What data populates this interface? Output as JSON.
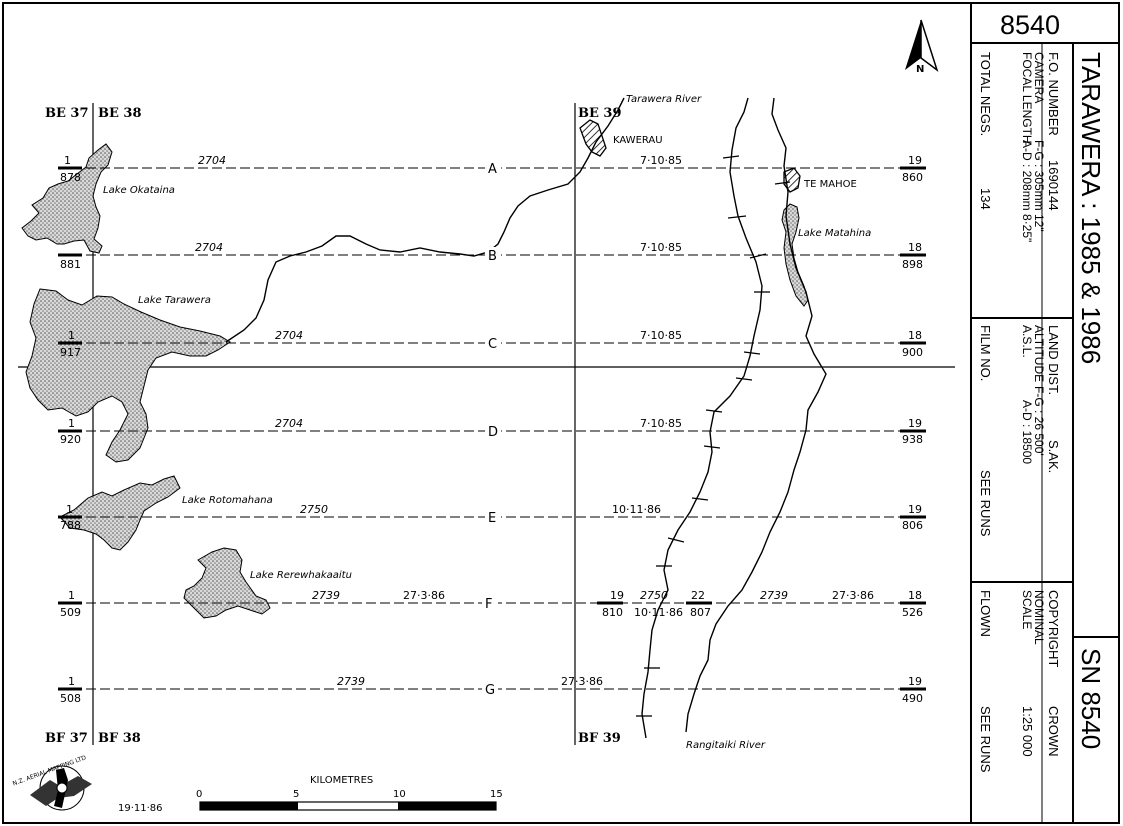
{
  "map": {
    "north_label": "N",
    "grid_labels": {
      "be37": "BE 37",
      "be38": "BE 38",
      "be39": "BE 39",
      "bf37": "BF 37",
      "bf38": "BF 38",
      "bf39": "BF 39"
    },
    "places": {
      "tarawera_river": "Tarawera River",
      "kawerau": "KAWERAU",
      "te_mahoe": "TE MAHOE",
      "lake_okataina": "Lake Okataina",
      "lake_matahina": "Lake Matahina",
      "lake_tarawera": "Lake Tarawera",
      "lake_rotomahana": "Lake Rotomahana",
      "lake_rerewhakaaitu": "Lake Rerewhakaaitu",
      "rangitaiki_river": "Rangitaiki River"
    },
    "runs": [
      {
        "letter": "A",
        "left_top": "1",
        "left_bottom": "878",
        "film": "2704",
        "date": "7·10·85",
        "right_top": "19",
        "right_bottom": "860"
      },
      {
        "letter": "B",
        "left_top": "",
        "left_bottom": "881",
        "film": "2704",
        "date": "7·10·85",
        "right_top": "18",
        "right_bottom": "898"
      },
      {
        "letter": "C",
        "left_top": "1",
        "left_bottom": "917",
        "film": "2704",
        "date": "7·10·85",
        "right_top": "18",
        "right_bottom": "900"
      },
      {
        "letter": "D",
        "left_top": "1",
        "left_bottom": "920",
        "film": "2704",
        "date": "7·10·85",
        "right_top": "19",
        "right_bottom": "938"
      },
      {
        "letter": "E",
        "left_top": "1",
        "left_bottom": "788",
        "film": "2750",
        "date": "10·11·86",
        "right_top": "19",
        "right_bottom": "806"
      },
      {
        "letter": "F",
        "left_top": "1",
        "left_bottom": "509",
        "film": "2739",
        "date": "27·3·86",
        "right_top": "18",
        "right_bottom": "526"
      },
      {
        "letter": "G",
        "left_top": "1",
        "left_bottom": "508",
        "film": "2739",
        "date": "",
        "right_top": "19",
        "right_bottom": "490"
      }
    ],
    "run_f_mid": {
      "left_top": "19",
      "left_bottom": "810",
      "film": "2750",
      "date": "10·11·86",
      "right_top": "22",
      "right_bottom": "807",
      "film2": "2739"
    },
    "run_g_mid_date": "27·3·86",
    "scale_bar": {
      "title": "KILOMETRES",
      "ticks": [
        "0",
        "5",
        "10",
        "15"
      ]
    },
    "logo_text": "N.Z. AERIAL MAPPING LTD",
    "logo_date": "19·11·86"
  },
  "sidebar": {
    "number": "8540",
    "title": "TARAWERA : 1985 & 1986",
    "sn": "SN 8540",
    "fo_label": "F.O. NUMBER",
    "fo_value": "1690144",
    "camera_label": "CAMERA",
    "camera_value": "F-G : 305mm 12\"",
    "focal_label": "FOCAL LENGTH",
    "focal_value": "A-D : 208mm 8·25\"",
    "land_label": "LAND DIST.",
    "land_value": "S.AK.",
    "altitude_label": "ALTITUDE",
    "altitude_value": "F-G : 26 500'",
    "asl_label": "A.S.L.",
    "asl_value": "A-D : 18500",
    "copyright_label": "COPYRIGHT",
    "copyright_value": "CROWN",
    "nominal_label": "NOMINAL",
    "scale_label": "SCALE",
    "scale_value": "1:25 000",
    "total_label": "TOTAL NEGS.",
    "total_value": "134",
    "film_label": "FILM NO.",
    "film_value": "SEE RUNS",
    "flown_label": "FLOWN",
    "flown_value": "SEE RUNS"
  }
}
